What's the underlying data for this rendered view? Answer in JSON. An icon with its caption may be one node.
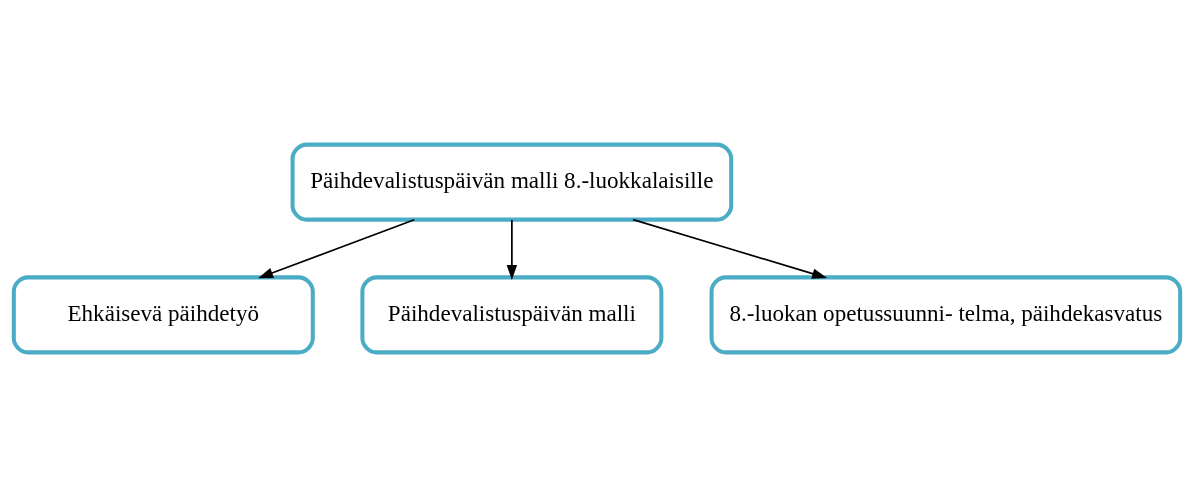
{
  "diagram": {
    "nodes": [
      {
        "text": [
          "Päihdevalistuspäivän malli 8.-luokkalaisille"
        ]
      },
      {
        "text": [
          "Ehkäisevä päihdetyö"
        ]
      },
      {
        "text": [
          "Päihdevalistuspäivän malli"
        ]
      },
      {
        "text": [
          "8.-luokan opetussuunni- telma, päihdekasvatus"
        ]
      }
    ],
    "edges": [
      {
        "from": 0,
        "to": 1,
        "arrow": "to"
      },
      {
        "from": 0,
        "to": 3,
        "arrow": "to"
      },
      {
        "from": 0,
        "to": 2,
        "arrow": "to"
      }
    ]
  }
}
